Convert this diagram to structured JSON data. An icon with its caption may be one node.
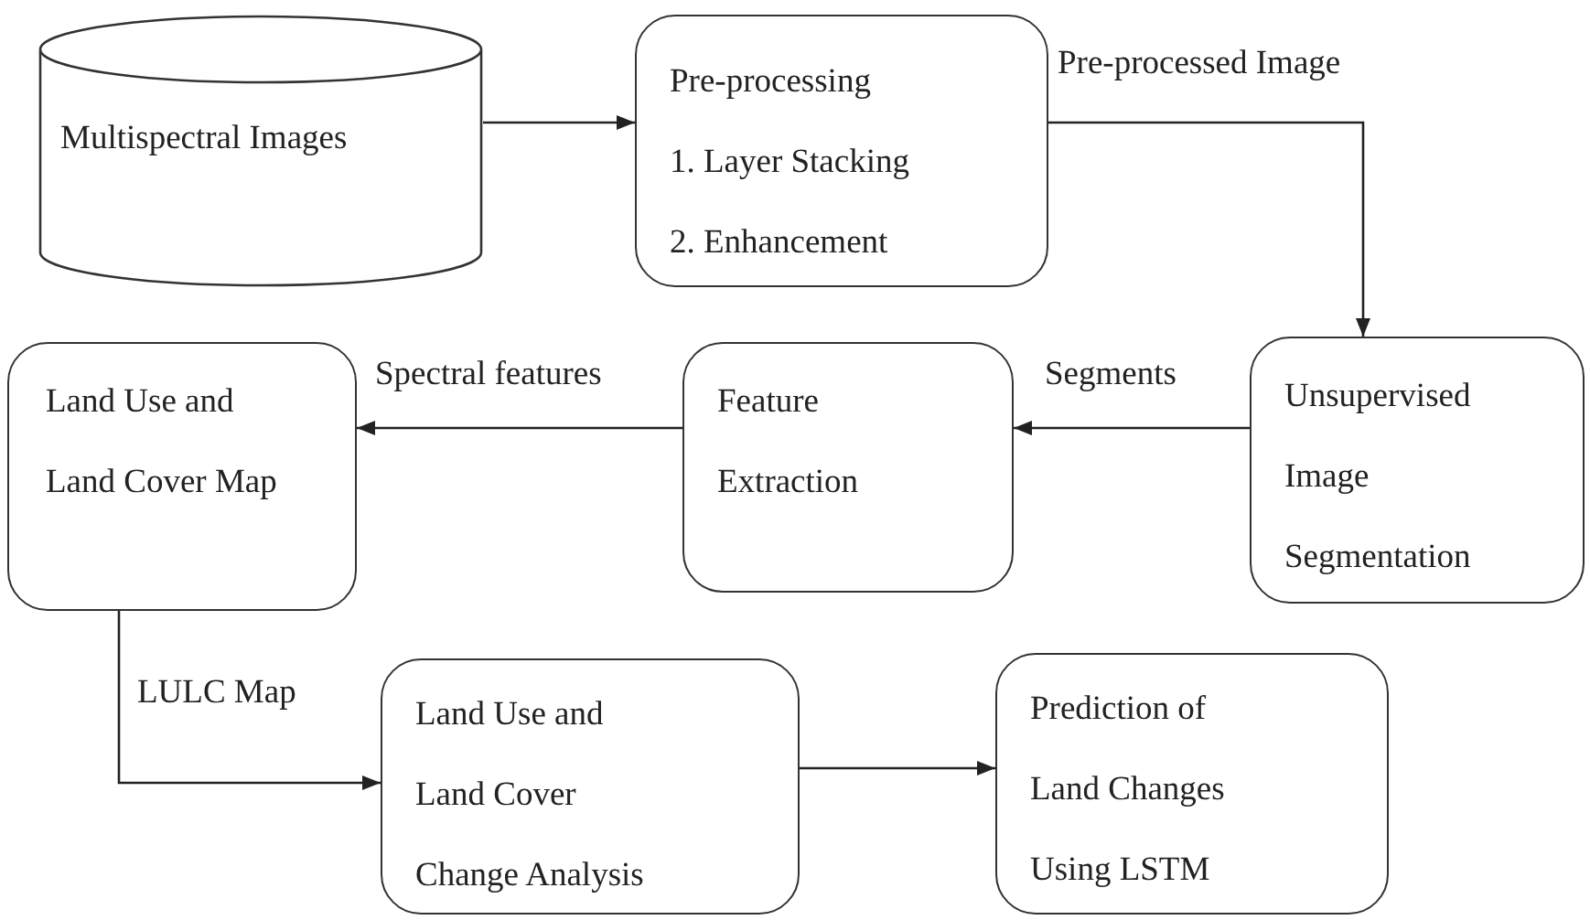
{
  "diagram": {
    "nodes": [
      {
        "text": [
          "Multispectral Images"
        ]
      },
      {
        "text": [
          "Pre-processing",
          "1. Layer Stacking",
          "2. Enhancement"
        ]
      },
      {
        "text": [
          "Unsupervised Image Segmentation"
        ]
      },
      {
        "text": [
          "Feature Extraction"
        ]
      },
      {
        "text": [
          "Land Use and Land Cover Map"
        ]
      },
      {
        "text": [
          "Land Use and Land Cover Change Analysis"
        ]
      },
      {
        "text": [
          "Prediction of Land Changes Using LSTM"
        ]
      }
    ],
    "edges": [
      {
        "from": 0,
        "to": 1,
        "arrow": "to"
      },
      {
        "from": 1,
        "to": 2,
        "arrow": "to",
        "label": "Pre-processed Image"
      },
      {
        "from": 2,
        "to": 3,
        "arrow": "to",
        "label": "Segments"
      },
      {
        "from": 3,
        "to": 4,
        "arrow": "to",
        "label": "Spectral features"
      },
      {
        "from": 4,
        "to": 5,
        "arrow": "to",
        "label": "LULC Map"
      },
      {
        "from": 5,
        "to": 6,
        "arrow": "to"
      }
    ]
  }
}
